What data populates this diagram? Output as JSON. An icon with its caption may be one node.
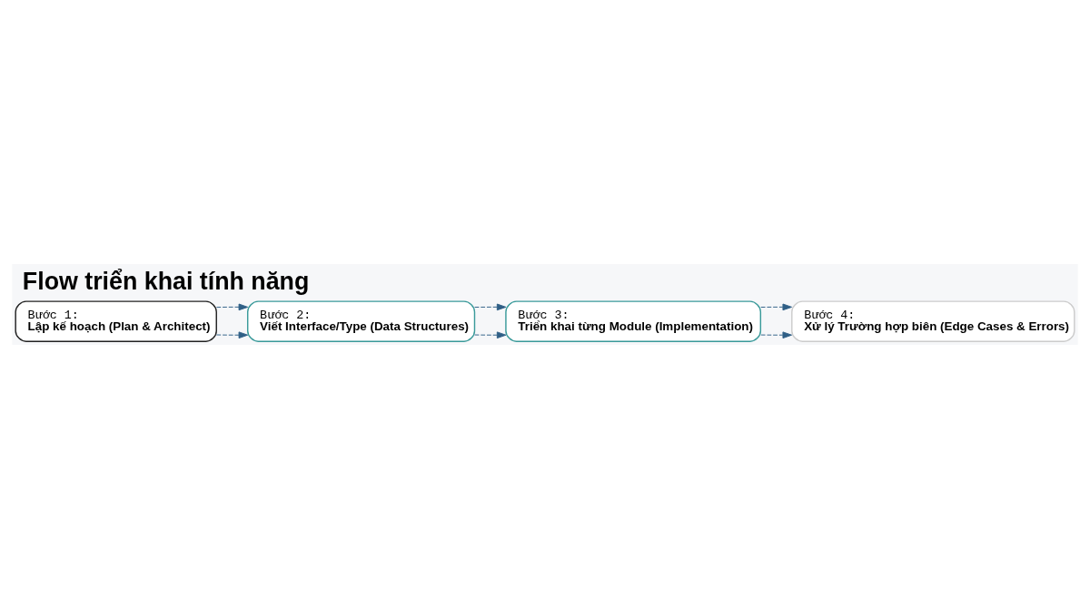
{
  "diagram": {
    "title": "Flow triển khai tính năng",
    "nodes": [
      {
        "text": [
          "Bước 1:",
          "Lập kế hoạch (Plan & Architect)"
        ]
      },
      {
        "text": [
          "Bước 2:",
          "Viết Interface/Type (Data Structures)"
        ]
      },
      {
        "text": [
          "Bước 3:",
          "Triển khai từng Module (Implementation)"
        ]
      },
      {
        "text": [
          "Bước 4:",
          "Xử lý Trường hợp biên (Edge Cases & Errors)"
        ]
      }
    ],
    "edges": [
      {
        "from": 0,
        "to": 1,
        "arrow": "to",
        "style": "dashed"
      },
      {
        "from": 0,
        "to": 1,
        "arrow": "to",
        "style": "dashed"
      },
      {
        "from": 1,
        "to": 2,
        "arrow": "to",
        "style": "dashed"
      },
      {
        "from": 1,
        "to": 2,
        "arrow": "to",
        "style": "dashed"
      },
      {
        "from": 2,
        "to": 3,
        "arrow": "to",
        "style": "dashed"
      },
      {
        "from": 2,
        "to": 3,
        "arrow": "to",
        "style": "dashed"
      }
    ]
  }
}
